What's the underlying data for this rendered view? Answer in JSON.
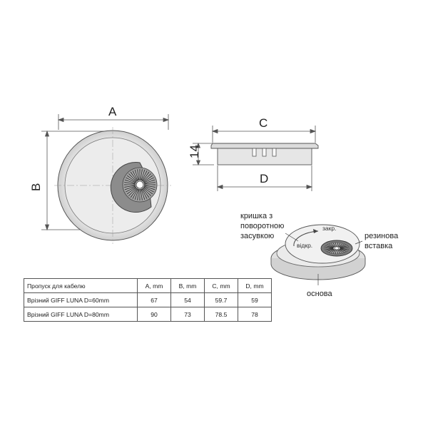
{
  "dimensions": {
    "a": "A",
    "b": "B",
    "c": "C",
    "d": "D",
    "height": "14"
  },
  "callouts": {
    "lid": [
      "кришка з",
      "поворотною",
      "засувкою"
    ],
    "insert": [
      "резинова",
      "вставка"
    ],
    "base": "основа",
    "closed": "закр.",
    "open": "відкр."
  },
  "table": {
    "headers": [
      "Пропуск для кабелю",
      "A, mm",
      "B, mm",
      "C, mm",
      "D, mm"
    ],
    "rows": [
      [
        "Врізний GIFF LUNA D=60mm",
        "67",
        "54",
        "59.7",
        "59"
      ],
      [
        "Врізний GIFF LUNA D=80mm",
        "90",
        "73",
        "78.5",
        "78"
      ]
    ]
  },
  "colors": {
    "line": "#555555",
    "body_fill": "#e2e2e2",
    "inner_fill": "#ededed",
    "brush_dark": "#3a3a3a"
  }
}
